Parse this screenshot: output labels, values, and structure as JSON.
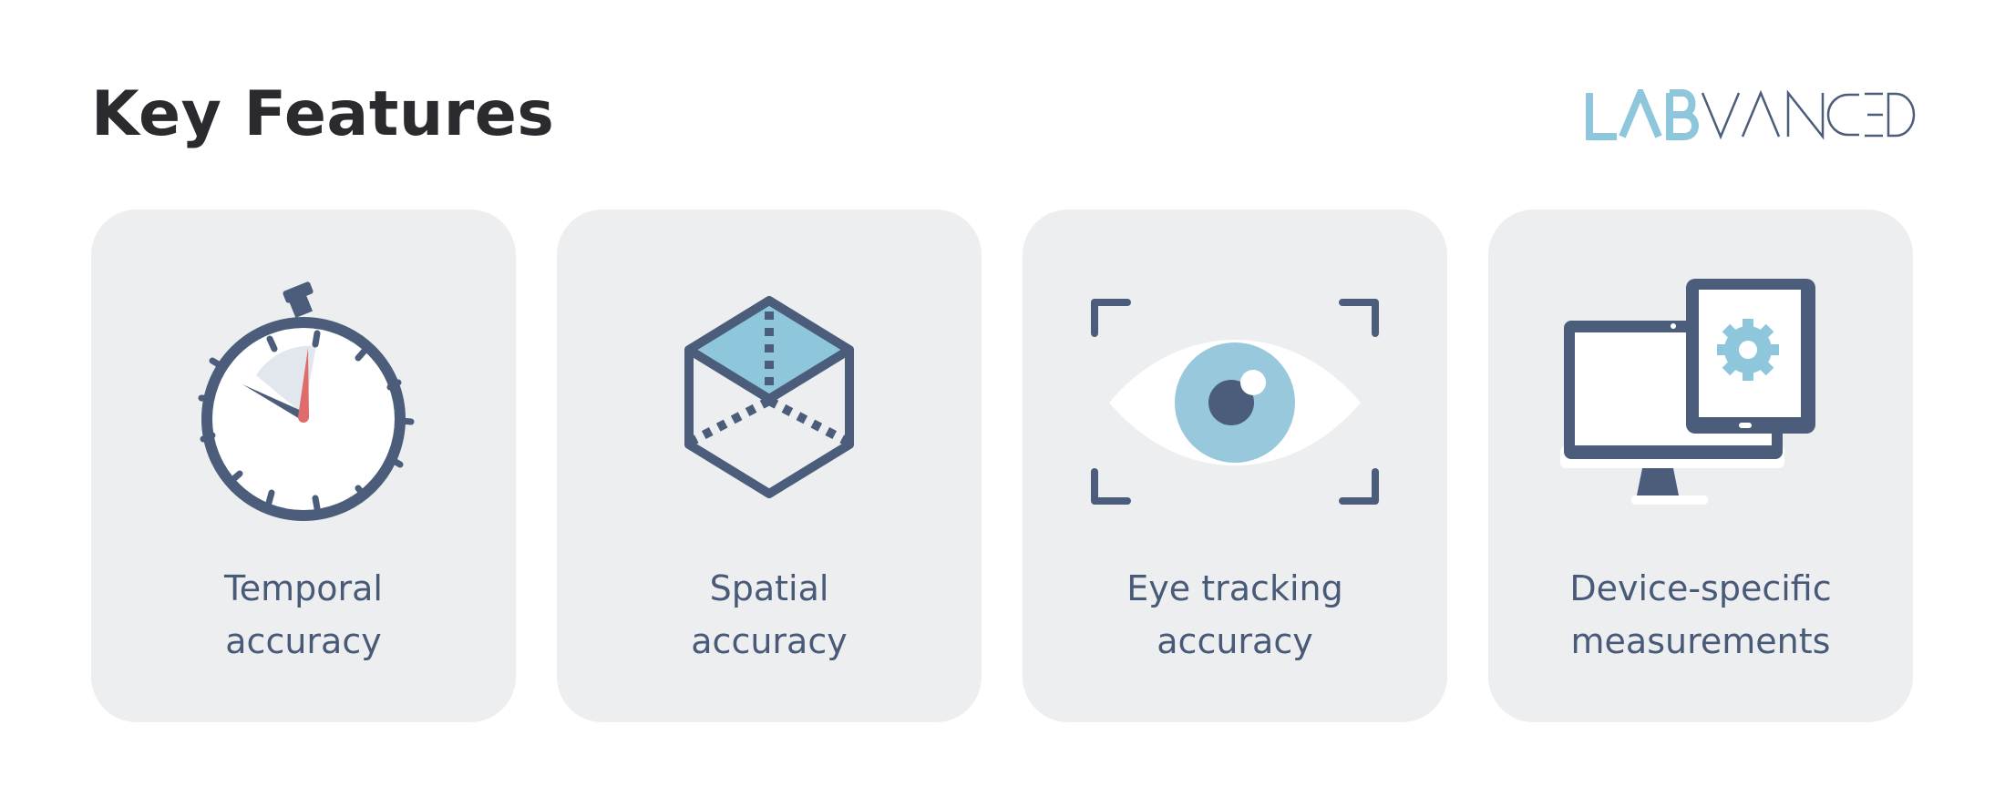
{
  "header": {
    "title": "Key Features",
    "logo": {
      "part1": "LAB",
      "part2": "VANCED",
      "color1": "#8ec7dc",
      "color2": "#4b5d7b"
    }
  },
  "colors": {
    "card_bg": "#eceef0",
    "icon_dark": "#4b5d7b",
    "icon_light": "#8ec7dc",
    "accent_red": "#e06b6b",
    "label_text": "#485a78"
  },
  "features": [
    {
      "icon": "stopwatch-icon",
      "line1": "Temporal",
      "line2": "accuracy"
    },
    {
      "icon": "cube-icon",
      "line1": "Spatial",
      "line2": "accuracy"
    },
    {
      "icon": "eye-tracking-icon",
      "line1": "Eye tracking",
      "line2": "accuracy"
    },
    {
      "icon": "devices-icon",
      "line1": "Device-specific",
      "line2": "measurements"
    }
  ]
}
